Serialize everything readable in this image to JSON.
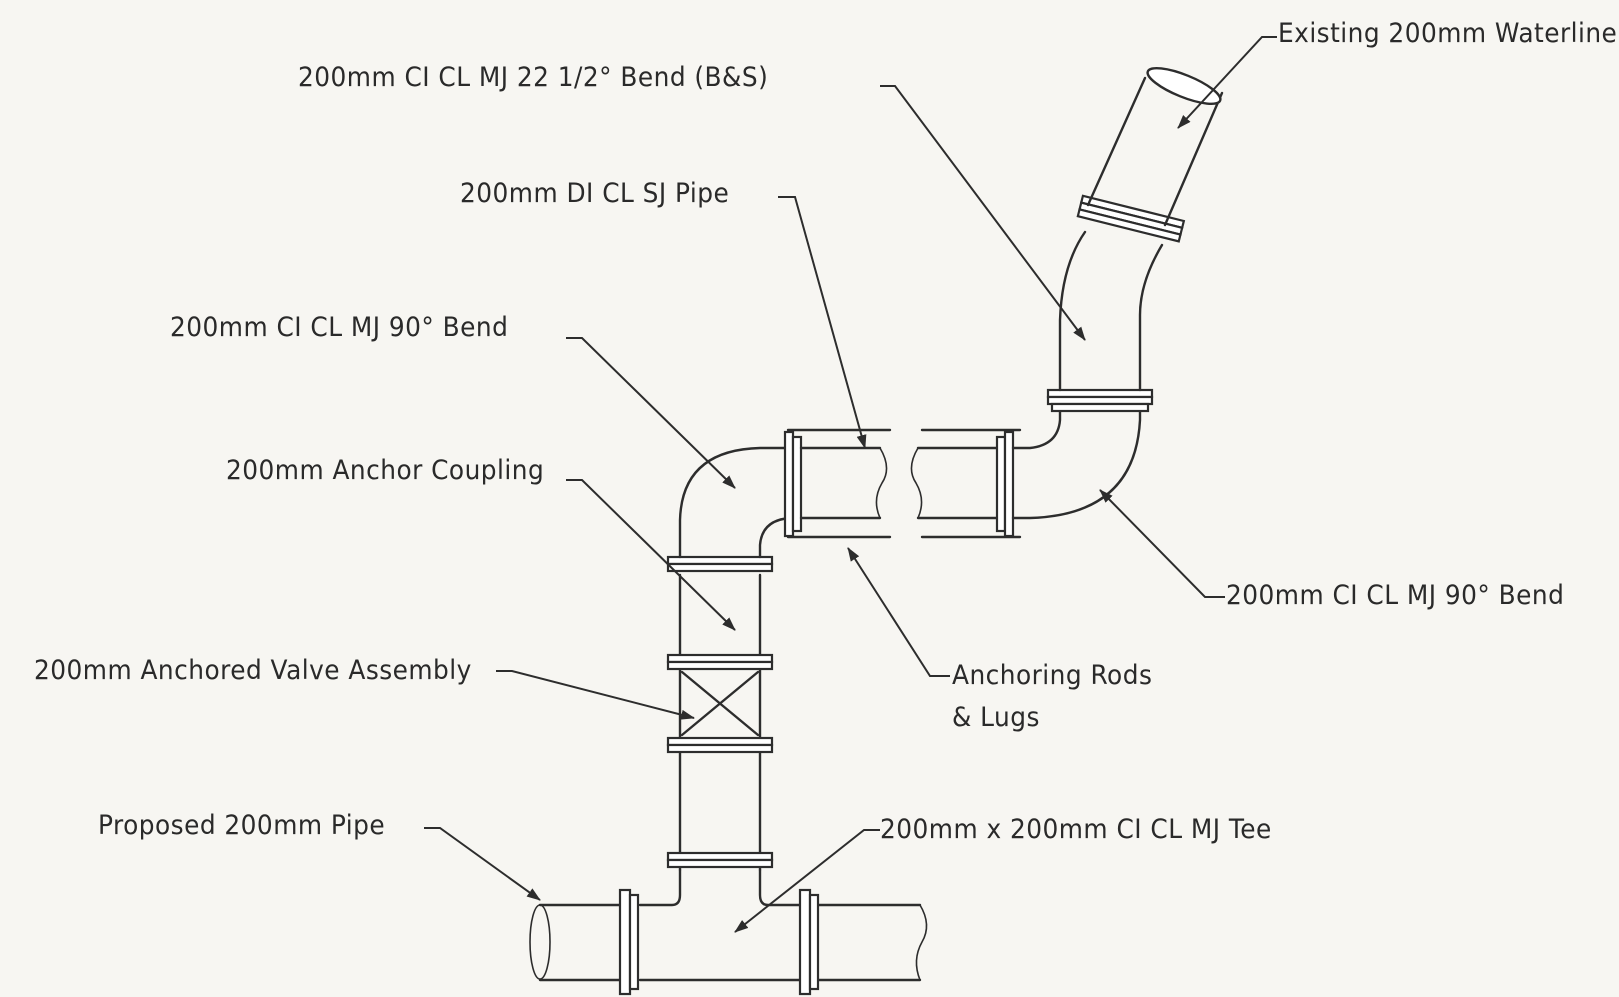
{
  "labels": {
    "existing_waterline": "Existing 200mm Waterline",
    "bend_22": "200mm CI CL MJ 22 1/2° Bend (B&S)",
    "di_pipe": "200mm DI CL SJ Pipe",
    "bend_90_left": "200mm CI CL MJ 90° Bend",
    "anchor_coupling": "200mm Anchor Coupling",
    "bend_90_right": "200mm CI CL MJ 90° Bend",
    "valve_assembly": "200mm Anchored Valve Assembly",
    "anchoring_rods_line1": "Anchoring Rods",
    "anchoring_rods_line2": "& Lugs",
    "proposed_pipe": "Proposed 200mm Pipe",
    "tee": "200mm x 200mm CI CL MJ Tee"
  }
}
